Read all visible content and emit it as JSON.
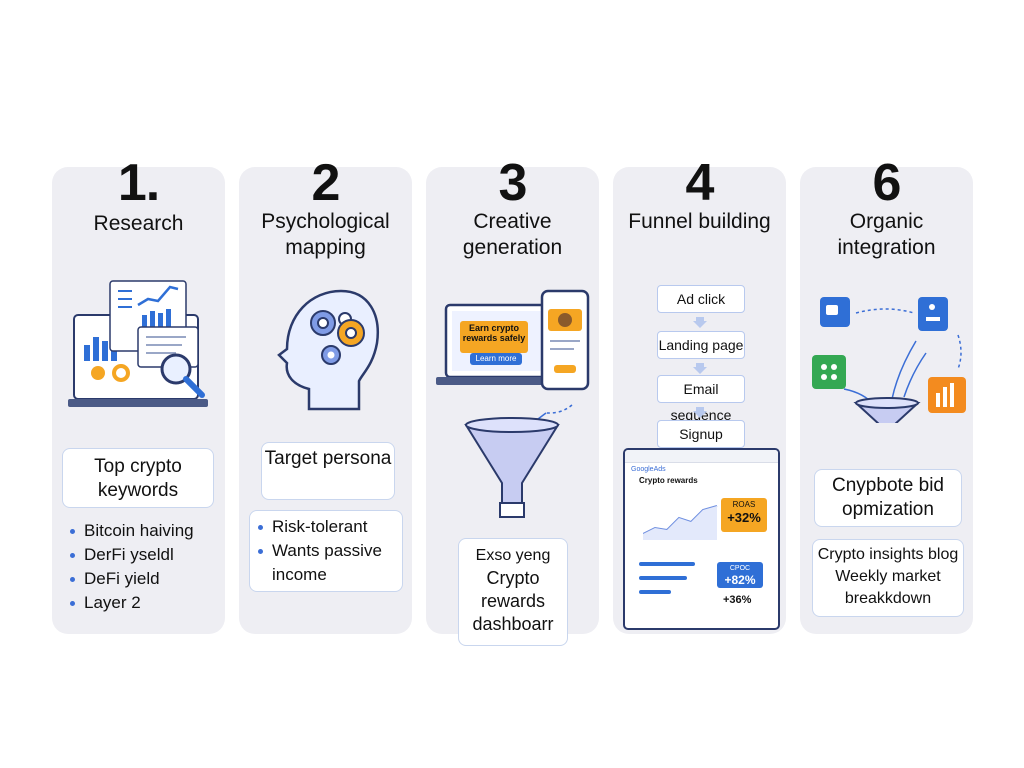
{
  "steps": [
    {
      "number": "1.",
      "title": "Research",
      "box_title": "Top crypto keywords",
      "bullets": [
        "Bitcoin haiving",
        "DerFi yseldl",
        "DeFi yield",
        "Layer 2"
      ]
    },
    {
      "number": "2",
      "title": "Psychological mapping",
      "box_title": "Target persona",
      "bullets": [
        "Risk-tolerant",
        "Wants passive income"
      ]
    },
    {
      "number": "3",
      "title": "Creative generation",
      "ad": {
        "headline": "Earn crypto rewards safely",
        "button": "Learn more"
      },
      "box_lines": [
        "Exso yeng",
        "Crypto rewards dashboarr"
      ]
    },
    {
      "number": "4",
      "title": "Funnel building",
      "funnel": [
        "Ad click",
        "Landing page",
        "Email sequence",
        "Signup"
      ],
      "dashboard": {
        "brand": "GoogleAds",
        "heading": "Crypto rewards",
        "roas_label": "ROAS",
        "roas_value": "+32%",
        "cpc_label": "CPOC",
        "cpc_value": "+82%",
        "third_value": "+36%"
      }
    },
    {
      "number": "6",
      "title": "Organic integration",
      "box_title": "Cnypbote bid opmization",
      "box_lines": [
        "Crypto insights blog",
        "Weekly market breakkdown"
      ]
    }
  ],
  "colors": {
    "card_bg": "#eeeef3",
    "accent_blue": "#2f6fd6",
    "accent_orange": "#f5a623",
    "accent_green": "#34a853",
    "funnel_fill": "#c7ccf2"
  }
}
